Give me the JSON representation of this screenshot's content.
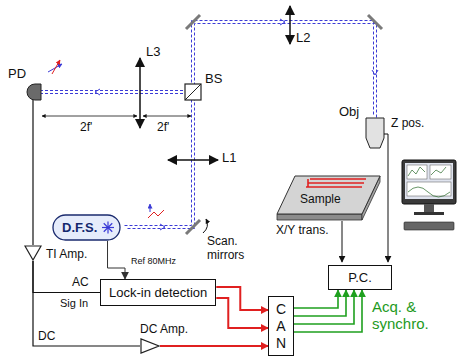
{
  "diagram": {
    "nodes": [
      {
        "text": [
          "D.F.S."
        ]
      },
      {
        "text": [
          "TI Amp."
        ]
      },
      {
        "text": [
          "Lock-in detection"
        ]
      },
      {
        "text": [
          "DC Amp."
        ]
      },
      {
        "text": [
          "C A N"
        ]
      },
      {
        "text": [
          "P.C."
        ]
      }
    ],
    "edges": [
      {
        "from": 0,
        "to": 2,
        "arrow": "to",
        "label": "Ref 80MHz"
      },
      {
        "from": 1,
        "to": 2,
        "arrow": "none"
      },
      {
        "from": 1,
        "to": 3,
        "arrow": "none"
      },
      {
        "from": 2,
        "to": 4,
        "arrow": "to"
      },
      {
        "from": 2,
        "to": 4,
        "arrow": "to"
      },
      {
        "from": 3,
        "to": 4,
        "arrow": "to"
      },
      {
        "from": 4,
        "to": 5,
        "arrow": "to"
      },
      {
        "from": 4,
        "to": 5,
        "arrow": "to"
      },
      {
        "from": 4,
        "to": 5,
        "arrow": "to"
      },
      {
        "from": 4,
        "to": 5,
        "arrow": "to"
      }
    ],
    "labels": [
      "PD",
      "L3",
      "2f'",
      "2f'",
      "BS",
      "L1",
      "L2",
      "Obj",
      "Z pos.",
      "Sample",
      "X/Y trans.",
      "Scan. mirrors",
      "AC",
      "Sig In",
      "DC",
      "Acq. & synchro."
    ]
  }
}
